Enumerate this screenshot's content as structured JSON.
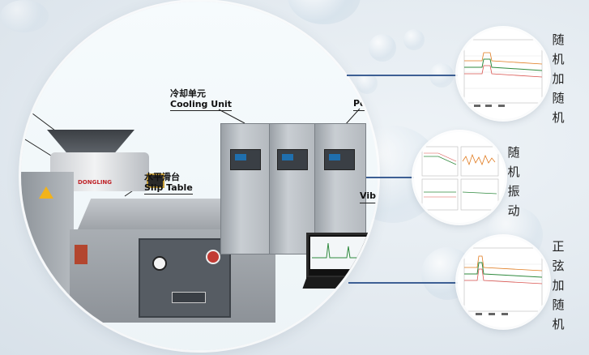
{
  "callouts": {
    "cooling_unit": {
      "cn": "冷却单元",
      "en": "Cooling Unit"
    },
    "slip_table": {
      "cn": "水平滑台",
      "en": "Slip Table"
    },
    "power_partial": {
      "en": "Po"
    },
    "vibration_partial": {
      "en": "Vibra"
    }
  },
  "brand_label": "DONGLING",
  "chart_labels": [
    {
      "chars": [
        "随",
        "机",
        "加",
        "随",
        "机"
      ]
    },
    {
      "chars": [
        "随",
        "机",
        "振",
        "动"
      ]
    },
    {
      "chars": [
        "正",
        "弦",
        "加",
        "随",
        "机"
      ]
    }
  ],
  "colors": {
    "connector": "#3d5f94",
    "curve_green": "#2f8a3e",
    "curve_red": "#d9534f",
    "curve_orange": "#e07b1f"
  },
  "icons": [
    "warning-icon",
    "pressure-gauge-icon",
    "power-switch-icon"
  ]
}
